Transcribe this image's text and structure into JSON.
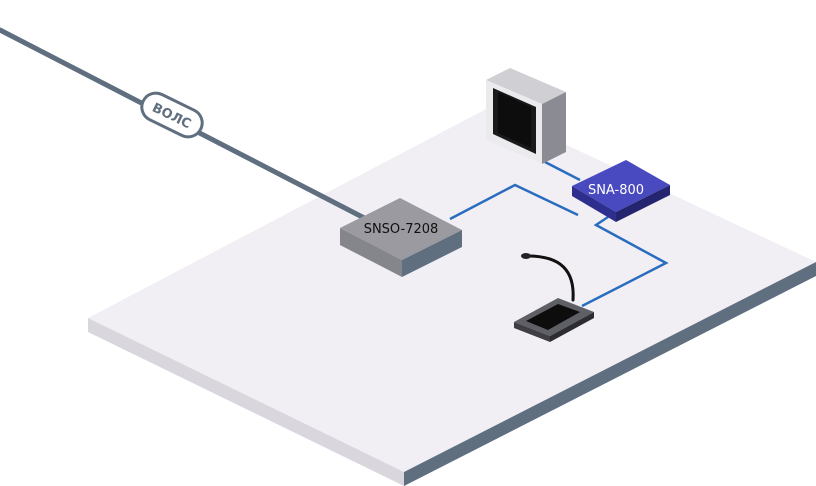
{
  "fiber_line": {
    "label": "ВОЛС"
  },
  "devices": {
    "switch": {
      "label": "SNSO-7208"
    },
    "amplifier": {
      "label": "SNA-800"
    },
    "monitor": {
      "icon": "wall-monitor-icon"
    },
    "microphone": {
      "icon": "paging-microphone-icon"
    }
  },
  "colors": {
    "fiber": "#5f6f80",
    "link": "#2a6cc0",
    "floor_top": "#f1eff3",
    "floor_side": "#d6d4da",
    "floor_edge": "#5f6f80",
    "amplifier": "#3a3aa8"
  }
}
